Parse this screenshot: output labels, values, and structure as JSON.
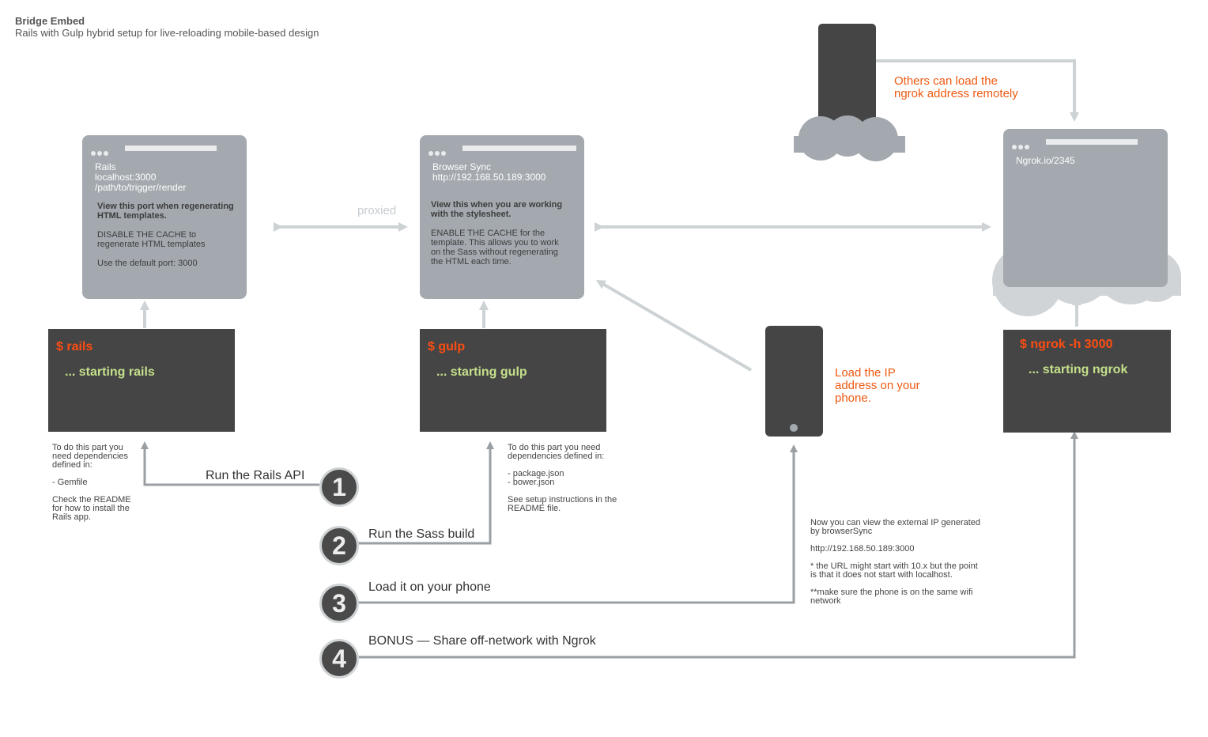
{
  "header": {
    "title": "Bridge Embed",
    "subtitle": "Rails with Gulp hybrid setup for live-reloading mobile-based design"
  },
  "rails_browser": {
    "line1": "Rails",
    "line2": "localhost:3000",
    "line3": "/path/to/trigger/render",
    "bold_note": "View this port when regenerating HTML templates.",
    "note2": "DISABLE THE CACHE to regenerate HTML templates",
    "note3": "Use the default port: 3000"
  },
  "sync_browser": {
    "line1": "Browser Sync",
    "line2": "http://192.168.50.189:3000",
    "bold_note": "View this when you are working with the stylesheet.",
    "note2": "ENABLE THE CACHE for the template. This allows you to work on the Sass without regenerating the HTML each time."
  },
  "ngrok_browser": {
    "line1": "Ngrok.io/2345"
  },
  "proxied_label": "proxied",
  "terminals": {
    "rails": {
      "cmd": "$ rails",
      "out": "... starting rails"
    },
    "gulp": {
      "cmd": "$ gulp",
      "out": "... starting gulp"
    },
    "ngrok": {
      "cmd": "$ ngrok -h 3000",
      "out": "... starting ngrok"
    }
  },
  "remote_label": "Others can load the ngrok address remotely",
  "phone_label": "Load the IP address on your phone.",
  "notes": {
    "rails_deps": "To do this part you need dependencies defined in:\n\n- Gemfile\n\nCheck the README for how to install the Rails app.",
    "gulp_deps": "To do this part you need dependencies defined in:\n\n- package.json\n- bower.json\n\nSee setup instructions in the README file.",
    "phone_info": "Now you can view the external IP generated by browserSync\n\nhttp://192.168.50.189:3000\n\n* the URL might start with 10.x but the point is that it does not start with localhost.\n\n**make sure the phone is on the same wifi network"
  },
  "steps": [
    {
      "number": "1",
      "label": "Run the Rails API"
    },
    {
      "number": "2",
      "label": "Run the Sass build"
    },
    {
      "number": "3",
      "label": "Load it on your phone"
    },
    {
      "number": "4",
      "label": "BONUS — Share off-network with Ngrok"
    }
  ],
  "colors": {
    "browser": "#a3a9ae",
    "terminal": "#454545",
    "command": "#ff4d12",
    "output": "#c4e08a",
    "accent": "#ee5a12",
    "cloud": "#d0d4d7"
  }
}
